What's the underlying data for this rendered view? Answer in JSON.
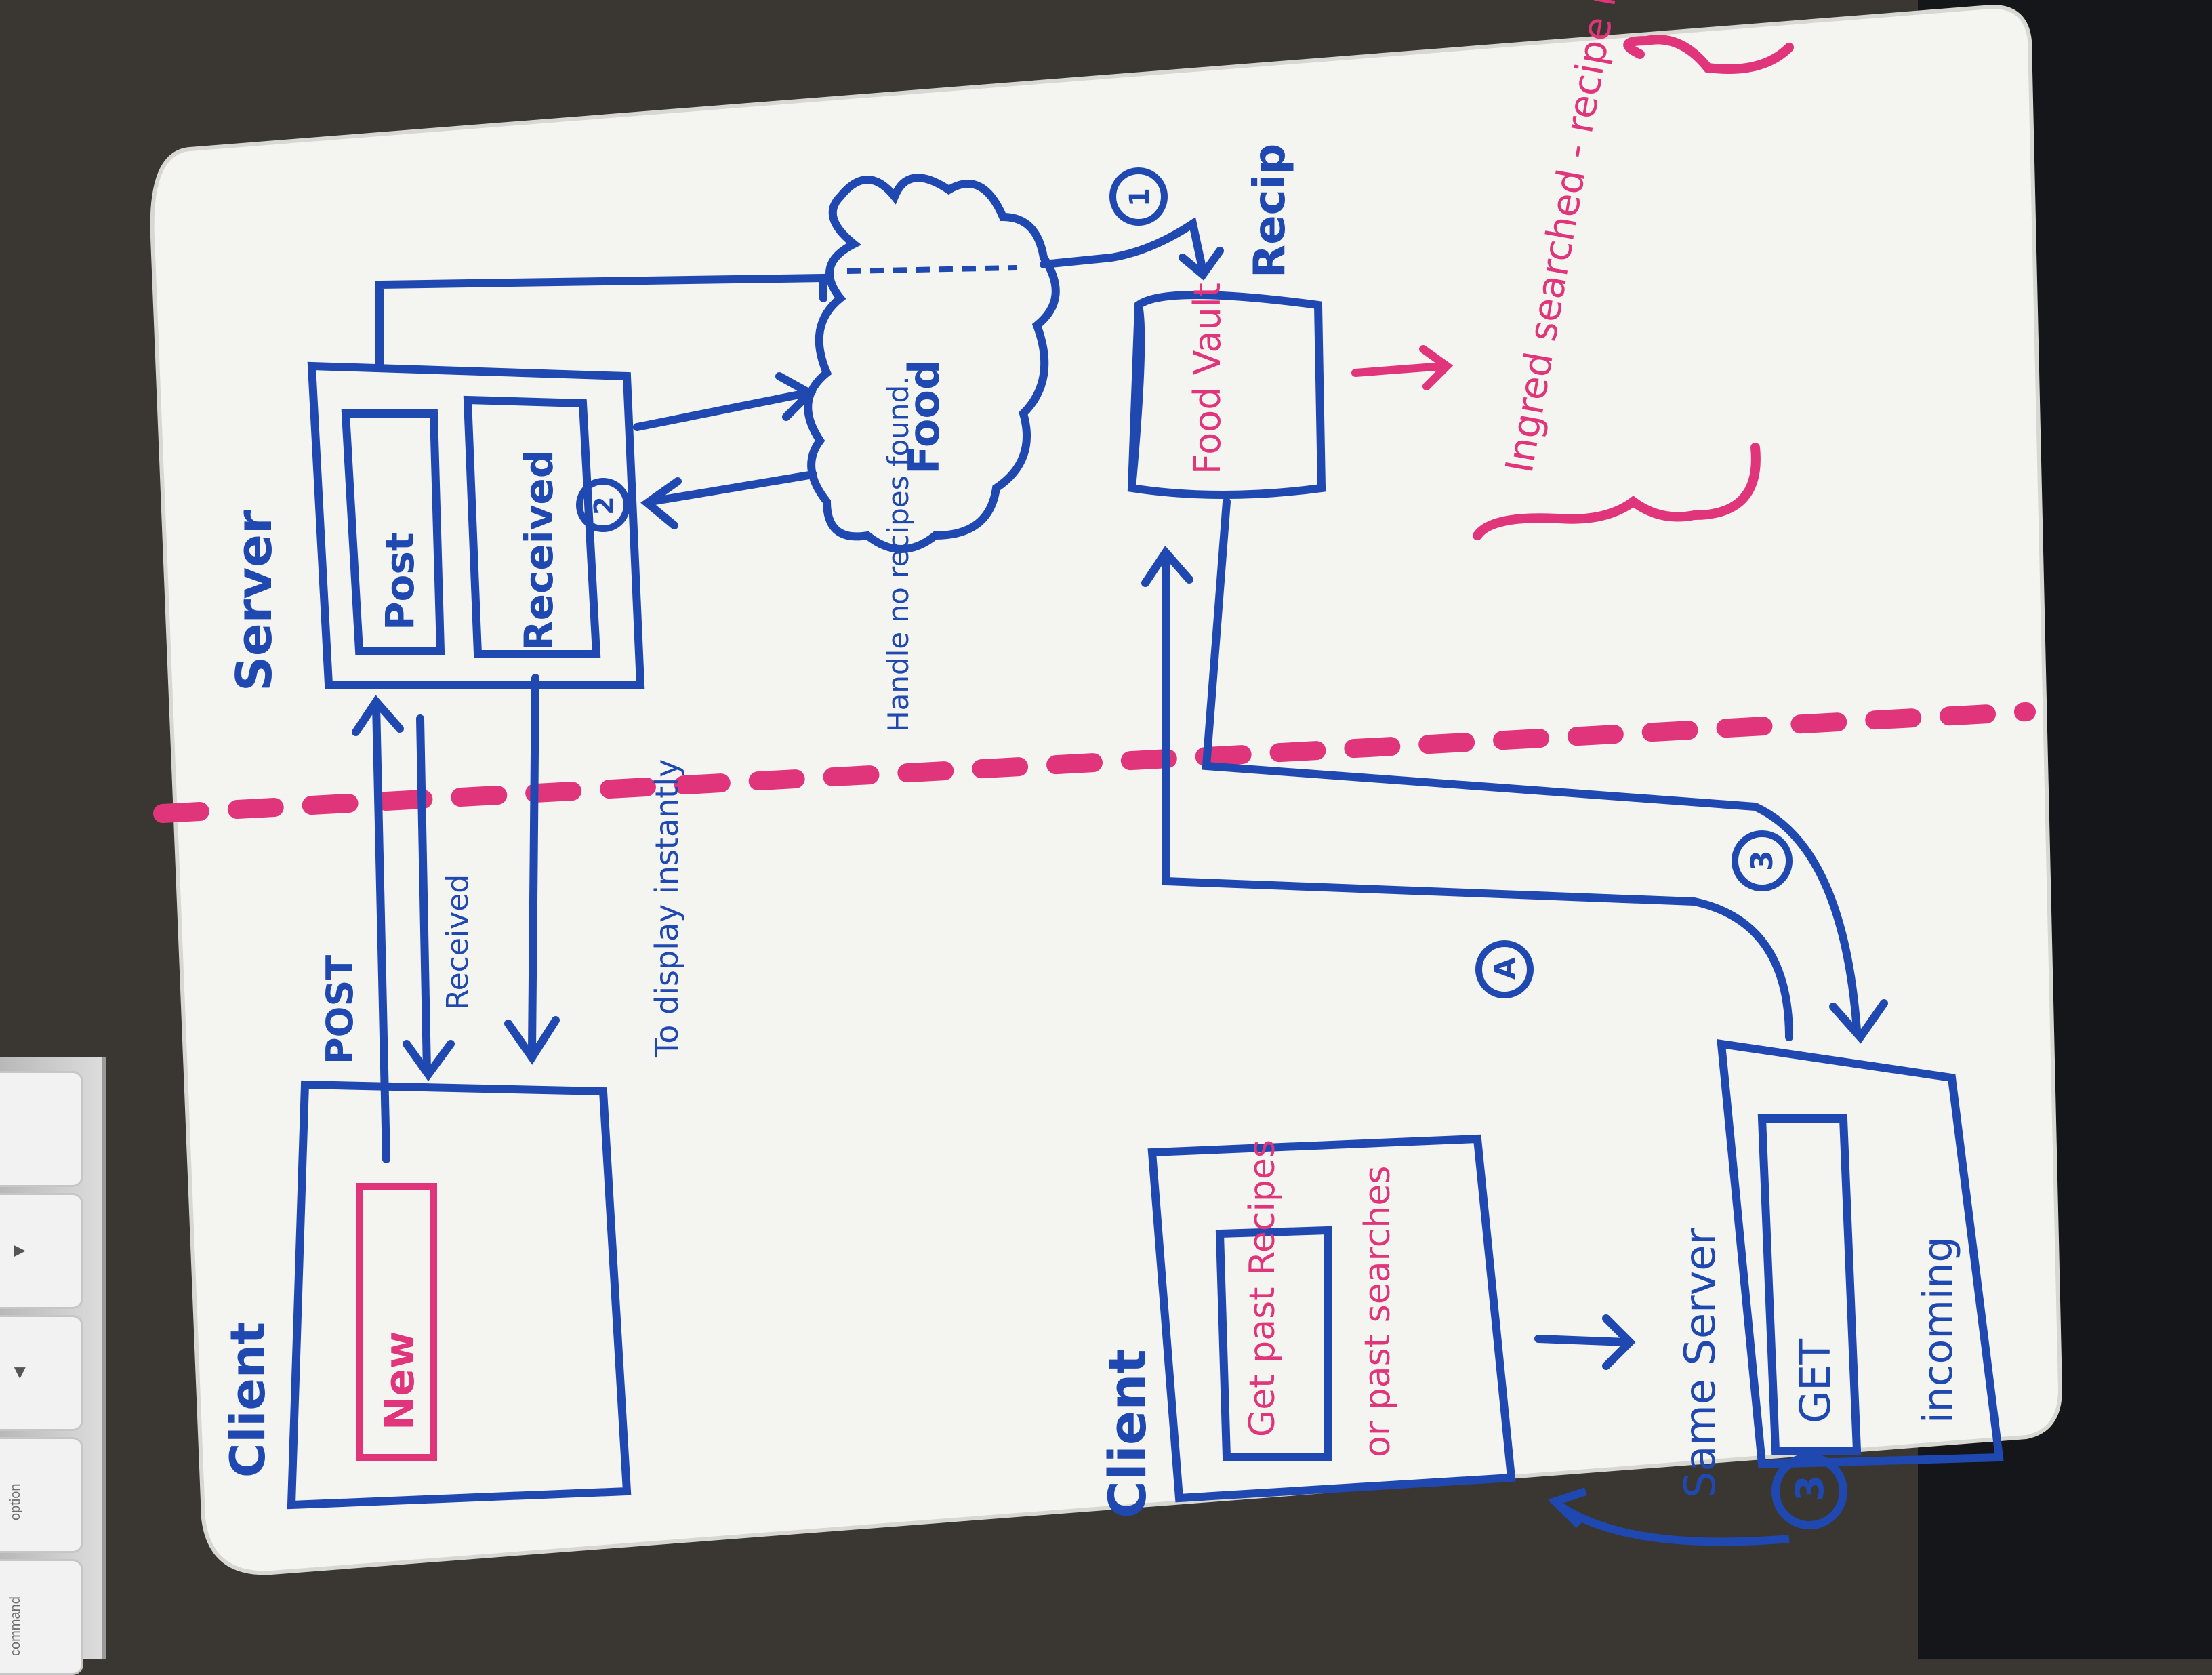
{
  "colors": {
    "whiteboard": "#f4f4f0",
    "ink_blue": "#1f49b0",
    "ink_pink": "#e0357a"
  },
  "keyboard": {
    "keys": [
      "option",
      "command"
    ]
  },
  "labels": {
    "server": "Server",
    "post_box": "Post",
    "received_box": "Received",
    "food_cloud": "Food",
    "recipe": "Recip",
    "food_vault": "Food Vault",
    "handle": "Handle no recipes found.",
    "post_arrow": "POST",
    "received_arrow": "Received",
    "to_display": "To display instantly",
    "client_top": "Client",
    "new_button": "New",
    "client_bottom": "Client",
    "get_past": "Get past Recipes",
    "or_past": "or past searches",
    "same_server": "Same Server",
    "get_box": "GET",
    "incoming": "incoming",
    "circle_1": "1",
    "circle_2": "2",
    "circle_3a": "3",
    "circle_3b": "3",
    "circle_a": "A",
    "bracket_note": "Ingred searched - recipe received info"
  }
}
